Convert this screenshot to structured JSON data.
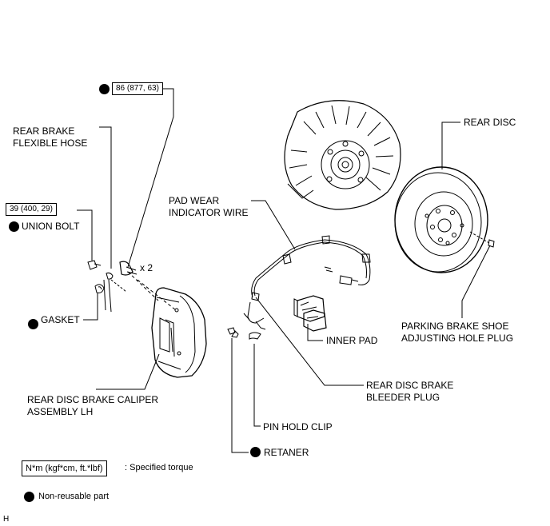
{
  "labels": {
    "torque_top": "86 (877, 63)",
    "rear_brake_flexible_hose_1": "REAR BRAKE",
    "rear_brake_flexible_hose_2": "FLEXIBLE HOSE",
    "rear_disc": "REAR DISC",
    "pad_wear_1": "PAD WEAR",
    "pad_wear_2": "INDICATOR WIRE",
    "torque_union": "39 (400, 29)",
    "union_bolt": "UNION BOLT",
    "times_two": "x 2",
    "gasket": "GASKET",
    "parking_plug_1": "PARKING BRAKE SHOE",
    "parking_plug_2": "ADJUSTING HOLE PLUG",
    "inner_pad": "INNER PAD",
    "bleeder_1": "REAR DISC BRAKE",
    "bleeder_2": "BLEEDER PLUG",
    "caliper_1": "REAR DISC BRAKE CALIPER",
    "caliper_2": "ASSEMBLY LH",
    "pin_hold_clip": "PIN HOLD CLIP",
    "retaner": "RETANER"
  },
  "legend": {
    "torque_units": "N*m (kgf*cm, ft.*lbf)",
    "torque_desc": ": Specified torque",
    "nonreusable_desc": "Non-reusable part"
  },
  "footer_letter": "H",
  "colors": {
    "ink": "#000000",
    "paper": "#ffffff"
  },
  "icons": {
    "nonreusable": "filled-circle-icon"
  }
}
